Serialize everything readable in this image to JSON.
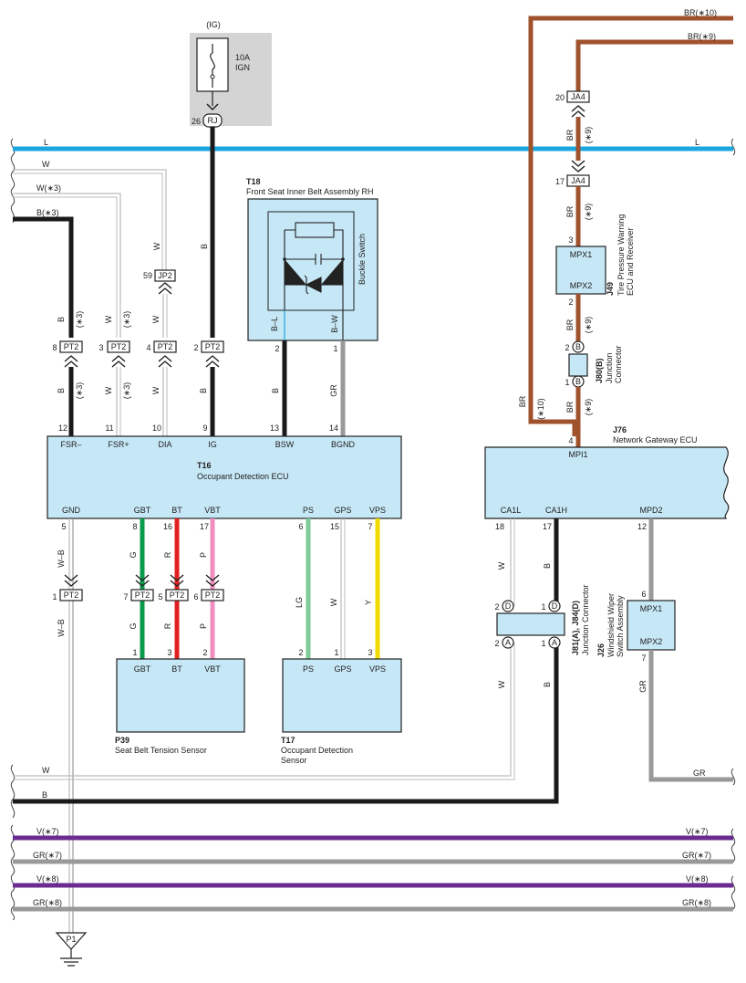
{
  "colors": {
    "blue": "#1aa7e0",
    "brown": "#a0522d",
    "black": "#1a1a1a",
    "gray": "#999999",
    "white_wire": "#bbbbbb",
    "green": "#0a9a4a",
    "red": "#e02020",
    "pink": "#ef8fbf",
    "light_green": "#7fcc9a",
    "yellow": "#f2dc00",
    "violet": "#6b2c91",
    "box_fill": "#c6e7f6",
    "fuse_bg": "#d4d4d4"
  },
  "fuse": {
    "source": "(IG)",
    "rating": "10A",
    "name": "IGN",
    "pin": "26",
    "connector": "RJ"
  },
  "buses": {
    "l_left": "L",
    "l_right": "L",
    "w": "W",
    "w3": "W(∗3)",
    "b3": "B(∗3)",
    "br10": "BR(∗10)",
    "br9": "BR(∗9)",
    "w_bottom": "W",
    "b_bottom": "B",
    "gr_right": "GR",
    "v7": "V(∗7)",
    "gr7": "GR(∗7)",
    "v8": "V(∗8)",
    "gr8": "GR(∗8)"
  },
  "t18": {
    "code": "T18",
    "name": "Front Seat Inner Belt Assembly RH",
    "switch_label": "Buckle Switch",
    "pin_left": "2",
    "pin_right": "1",
    "wire_left": "B–L",
    "wire_right": "B–W"
  },
  "t16": {
    "code": "T16",
    "name": "Occupant Detection ECU",
    "top_pins": [
      {
        "num": "12",
        "label": "FSR–"
      },
      {
        "num": "11",
        "label": "FSR+"
      },
      {
        "num": "10",
        "label": "DIA"
      },
      {
        "num": "9",
        "label": "IG"
      },
      {
        "num": "13",
        "label": "BSW"
      },
      {
        "num": "14",
        "label": "BGND"
      }
    ],
    "bottom_pins": [
      {
        "num": "5",
        "label": "GND"
      },
      {
        "num": "8",
        "label": "GBT"
      },
      {
        "num": "16",
        "label": "BT"
      },
      {
        "num": "17",
        "label": "VBT"
      },
      {
        "num": "6",
        "label": "PS"
      },
      {
        "num": "15",
        "label": "GPS"
      },
      {
        "num": "7",
        "label": "VPS"
      }
    ]
  },
  "pt2_upper": [
    {
      "pin": "8",
      "name": "PT2",
      "wire_above": "B",
      "note_above": "(∗3)",
      "wire_below": "B",
      "note_below": "(∗3)"
    },
    {
      "pin": "3",
      "name": "PT2",
      "wire_above": "W",
      "note_above": "(∗3)",
      "wire_below": "W",
      "note_below": "(∗3)"
    },
    {
      "pin": "4",
      "name": "PT2",
      "wire_above": "W",
      "note_above": "",
      "wire_below": "W",
      "note_below": ""
    },
    {
      "pin": "2",
      "name": "PT2",
      "wire_above": "B",
      "note_above": "",
      "wire_below": "B",
      "note_below": ""
    }
  ],
  "jp2": {
    "pin": "59",
    "name": "JP2",
    "wire": "W"
  },
  "wires_misc": {
    "ig_b": "B",
    "bsw_b": "B",
    "bgnd_gr": "GR",
    "gnd_wb1": "W–B",
    "gnd_wb2": "W–B",
    "gbt_g1": "G",
    "gbt_g2": "G",
    "bt_r1": "R",
    "bt_r2": "R",
    "vbt_p1": "P",
    "vbt_p2": "P",
    "ps_lg": "LG",
    "gps_w": "W",
    "vps_y": "Y"
  },
  "pt2_lower": [
    {
      "pin": "1",
      "name": "PT2"
    },
    {
      "pin": "7",
      "name": "PT2"
    },
    {
      "pin": "5",
      "name": "PT2"
    },
    {
      "pin": "6",
      "name": "PT2"
    }
  ],
  "p39": {
    "code": "P39",
    "name": "Seat Belt Tension Sensor",
    "pins": [
      {
        "num": "1",
        "label": "GBT"
      },
      {
        "num": "3",
        "label": "BT"
      },
      {
        "num": "2",
        "label": "VBT"
      }
    ]
  },
  "t17": {
    "code": "T17",
    "name_line1": "Occupant Detection",
    "name_line2": "Sensor",
    "pins": [
      {
        "num": "2",
        "label": "PS"
      },
      {
        "num": "1",
        "label": "GPS"
      },
      {
        "num": "3",
        "label": "VPS"
      }
    ]
  },
  "ground": {
    "name": "P1"
  },
  "ja4_top": {
    "pin": "20",
    "name": "JA4",
    "wire": "BR",
    "note": "(∗9)"
  },
  "ja4_bottom": {
    "pin": "17",
    "name": "JA4",
    "wire": "BR",
    "note": "(∗9)"
  },
  "j49": {
    "code": "J49",
    "name_line1": "Tire Pressure Warning",
    "name_line2": "ECU and Receiver",
    "pin_top": "3",
    "label_top": "MPX1",
    "pin_bottom": "2",
    "label_bottom": "MPX2",
    "wire_below": "BR",
    "note_below": "(∗9)"
  },
  "j80": {
    "code": "J80(B)",
    "name_line1": "Junction",
    "name_line2": "Connector",
    "pin_top": "2",
    "pin_bottom": "1",
    "letter": "B",
    "wire_below": "BR",
    "note_below": "(∗9)"
  },
  "j76": {
    "code": "J76",
    "name": "Network Gateway ECU",
    "top_pin": {
      "num": "4",
      "label": "MPI1"
    },
    "bottom_pins": [
      {
        "num": "18",
        "label": "CA1L"
      },
      {
        "num": "17",
        "label": "CA1H"
      },
      {
        "num": "12",
        "label": "MPD2"
      }
    ],
    "br_wire": "BR",
    "br_note": "(∗10)"
  },
  "j81": {
    "code": "J81(A), J84(D)",
    "name": "Junction Connector",
    "pins_top": [
      "2",
      "1"
    ],
    "pins_bottom": [
      "2",
      "1"
    ],
    "letter_top": "D",
    "letter_bottom": "A",
    "wire_w1": "W",
    "wire_b1": "B",
    "wire_w2": "W",
    "wire_b2": "B"
  },
  "j26": {
    "code": "J26",
    "name_line1": "Windshield Wiper",
    "name_line2": "Switch Assembly",
    "pin_top": "6",
    "label_top": "MPX1",
    "label_bottom": "MPX2",
    "pin_bottom": "7",
    "wire": "GR"
  }
}
